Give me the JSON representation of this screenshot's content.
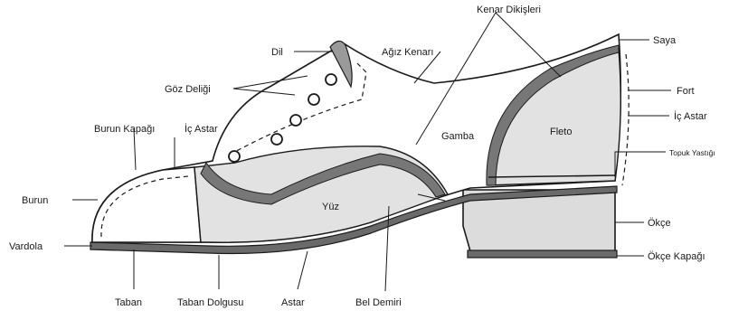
{
  "colors": {
    "upper_light": "#e2e2e2",
    "upper_white": "#ffffff",
    "tongue_gray": "#9a9a9a",
    "serration_gray": "#777777",
    "sole_dark": "#6a6a6a",
    "heel_gray": "#dcdcdc",
    "outline": "#1a1a1a"
  },
  "labels": {
    "kenar_dikisleri": "Kenar Dikişleri",
    "saya": "Saya",
    "dil": "Dil",
    "agiz_kenari": "Ağız Kenarı",
    "goz_deligi": "Göz Deliği",
    "fort": "Fort",
    "ic_astar_right": "İç Astar",
    "burun_kapagi": "Burun Kapağı",
    "ic_astar_left": "İç Astar",
    "gamba": "Gamba",
    "fleto": "Fleto",
    "topuk_yastigi": "Topuk Yastığı",
    "burun": "Burun",
    "yuz": "Yüz",
    "okce": "Ökçe",
    "vardola": "Vardola",
    "okce_kapagi": "Ökçe Kapağı",
    "taban": "Taban",
    "taban_dolgusu": "Taban Dolgusu",
    "astar": "Astar",
    "bel_demiri": "Bel Demiri"
  }
}
